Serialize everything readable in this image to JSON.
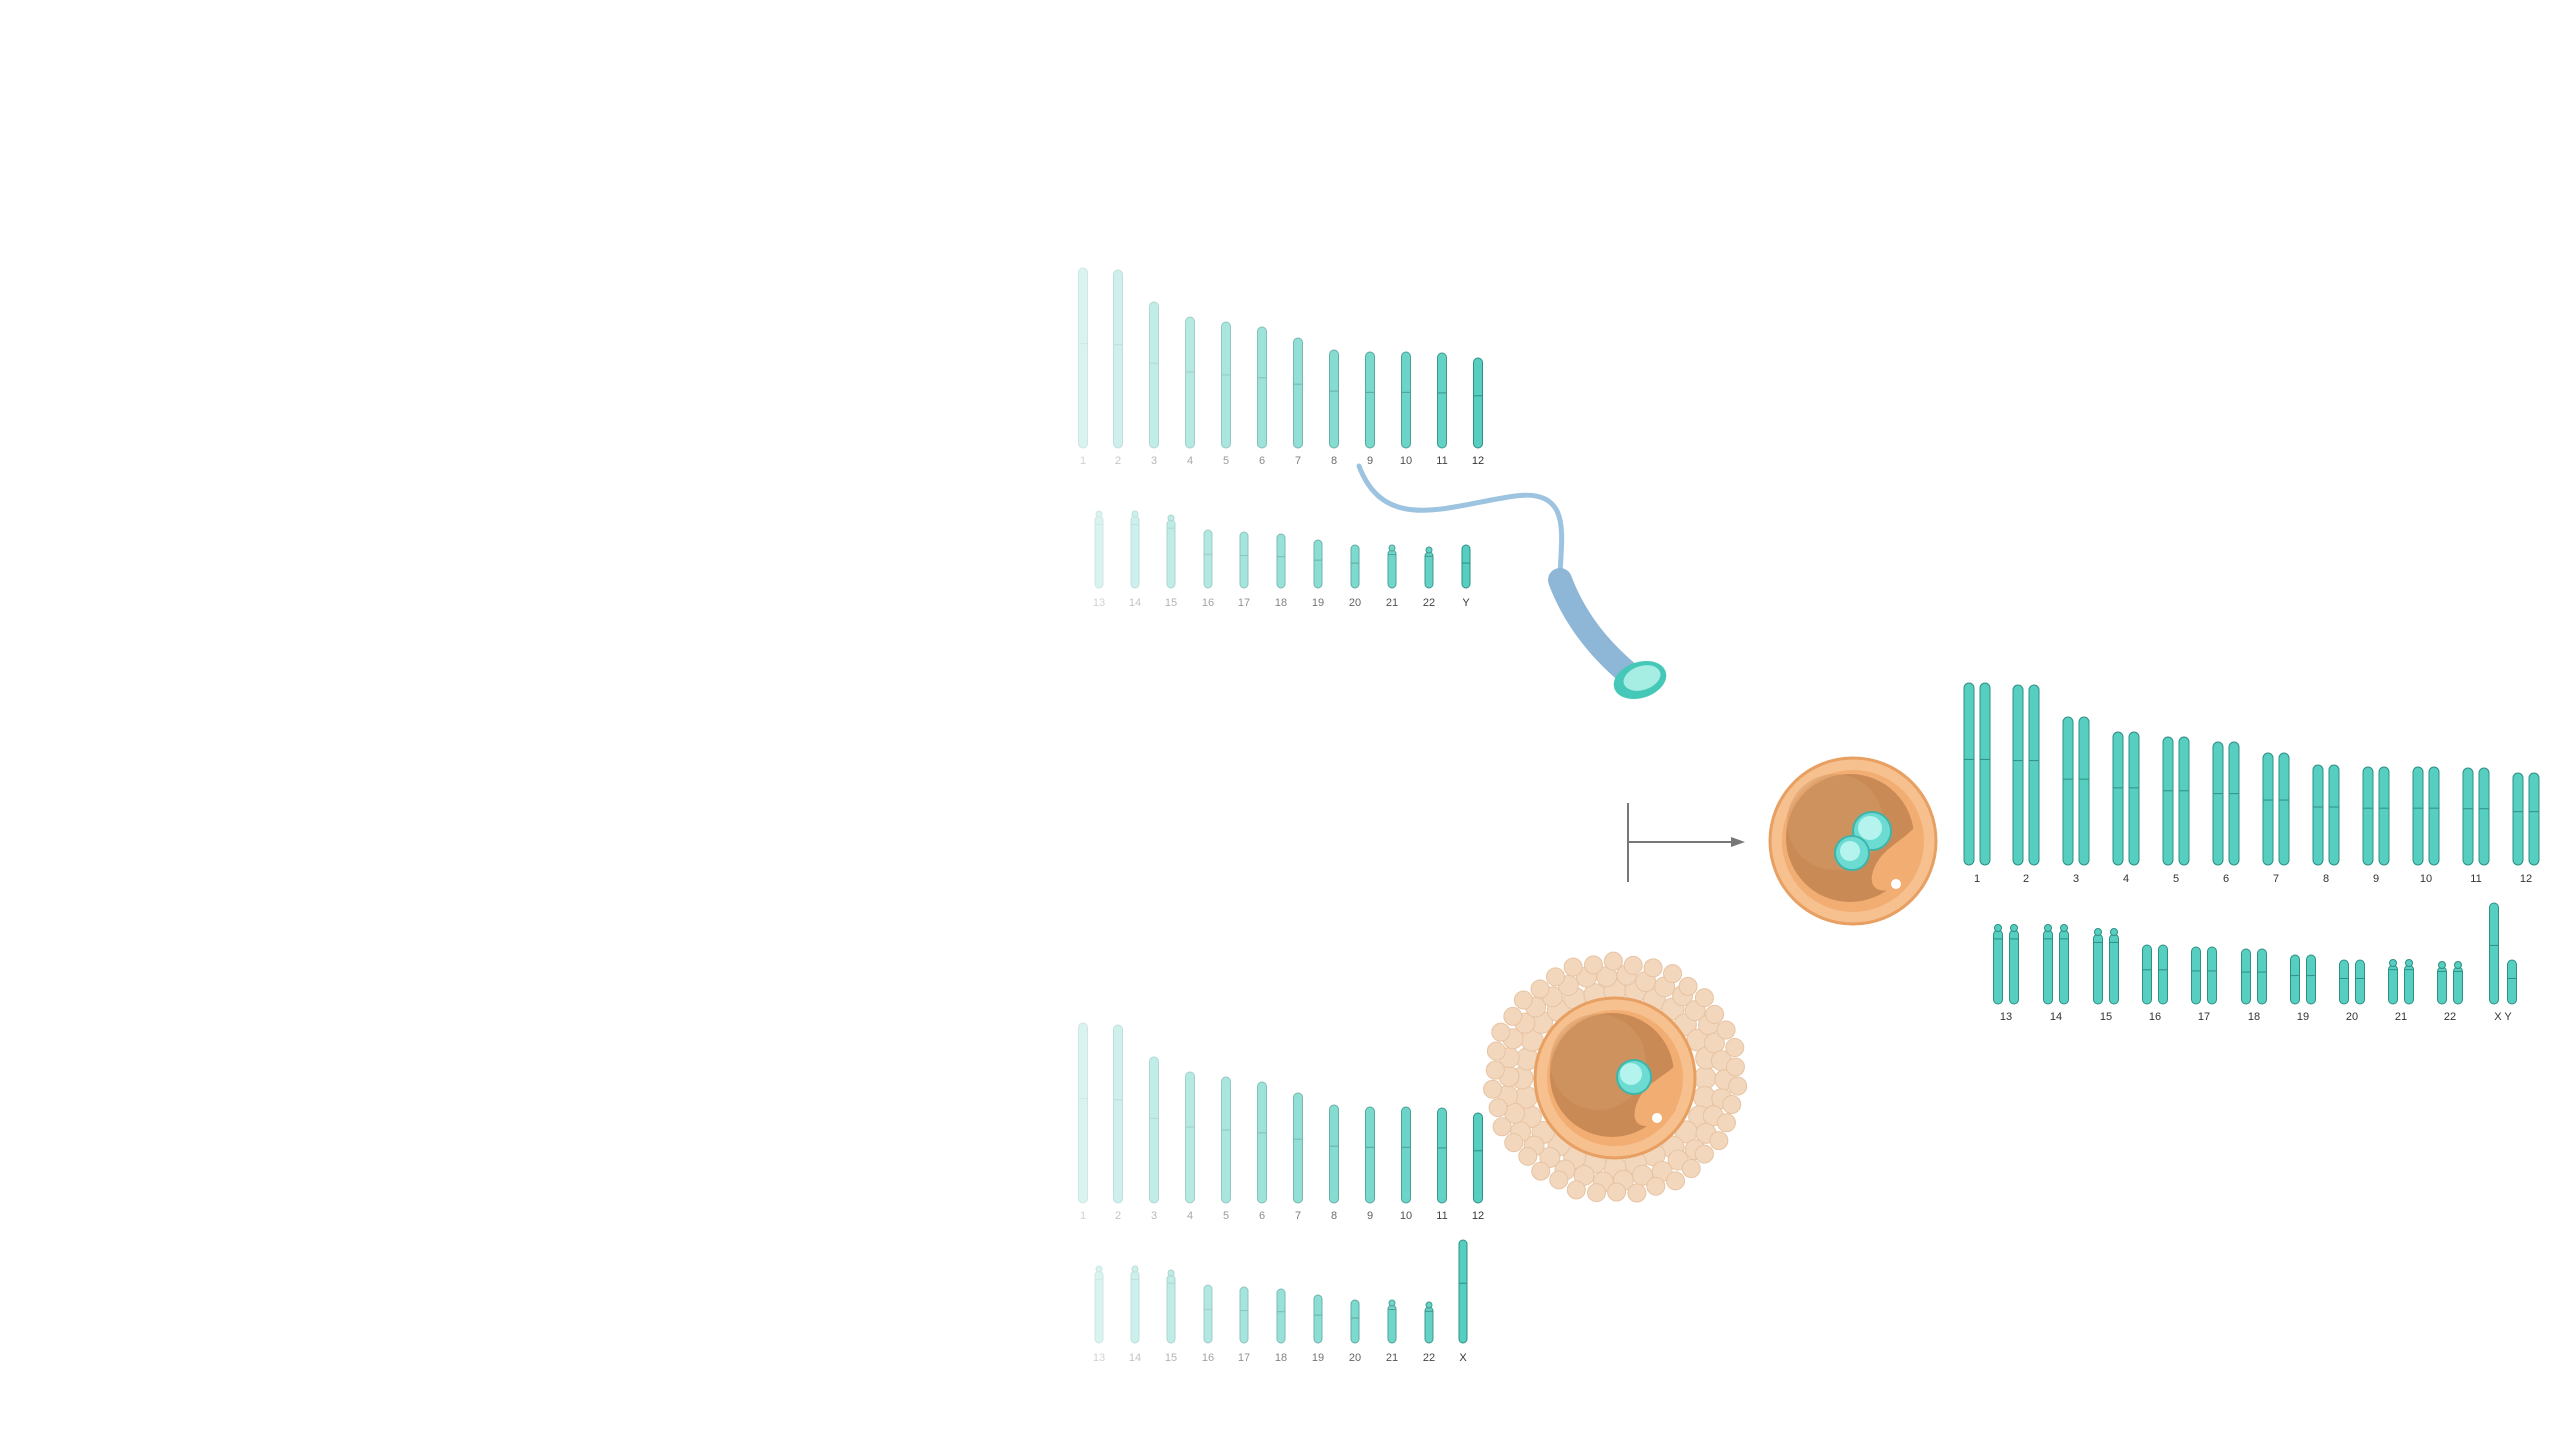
{
  "colors": {
    "background": "#ffffff",
    "chromosome_fill": "#56cfc0",
    "chromosome_stroke": "#2f8f85",
    "nucleus": "#8fe8e4",
    "egg_outer": "#f3b47f",
    "egg_inner": "#c78651",
    "corona_cells": "#f2d7bd",
    "sperm_tail": "#9cc3df",
    "arrow": "#777777"
  },
  "icons": [
    "sperm-icon",
    "egg-cell-icon",
    "zygote-icon",
    "fertilization-arrow-icon"
  ],
  "sperm_karyotype": {
    "row1": [
      "1",
      "2",
      "3",
      "4",
      "5",
      "6",
      "7",
      "8",
      "9",
      "10",
      "11",
      "12"
    ],
    "row2": [
      "13",
      "14",
      "15",
      "16",
      "17",
      "18",
      "19",
      "20",
      "21",
      "22",
      "Y"
    ]
  },
  "egg_karyotype": {
    "row1": [
      "1",
      "2",
      "3",
      "4",
      "5",
      "6",
      "7",
      "8",
      "9",
      "10",
      "11",
      "12"
    ],
    "row2": [
      "13",
      "14",
      "15",
      "16",
      "17",
      "18",
      "19",
      "20",
      "21",
      "22",
      "X"
    ]
  },
  "zygote_karyotype": {
    "row1": [
      "1",
      "2",
      "3",
      "4",
      "5",
      "6",
      "7",
      "8",
      "9",
      "10",
      "11",
      "12"
    ],
    "row2": [
      "13",
      "14",
      "15",
      "16",
      "17",
      "18",
      "19",
      "20",
      "21",
      "22"
    ],
    "sex_label": "X Y"
  }
}
